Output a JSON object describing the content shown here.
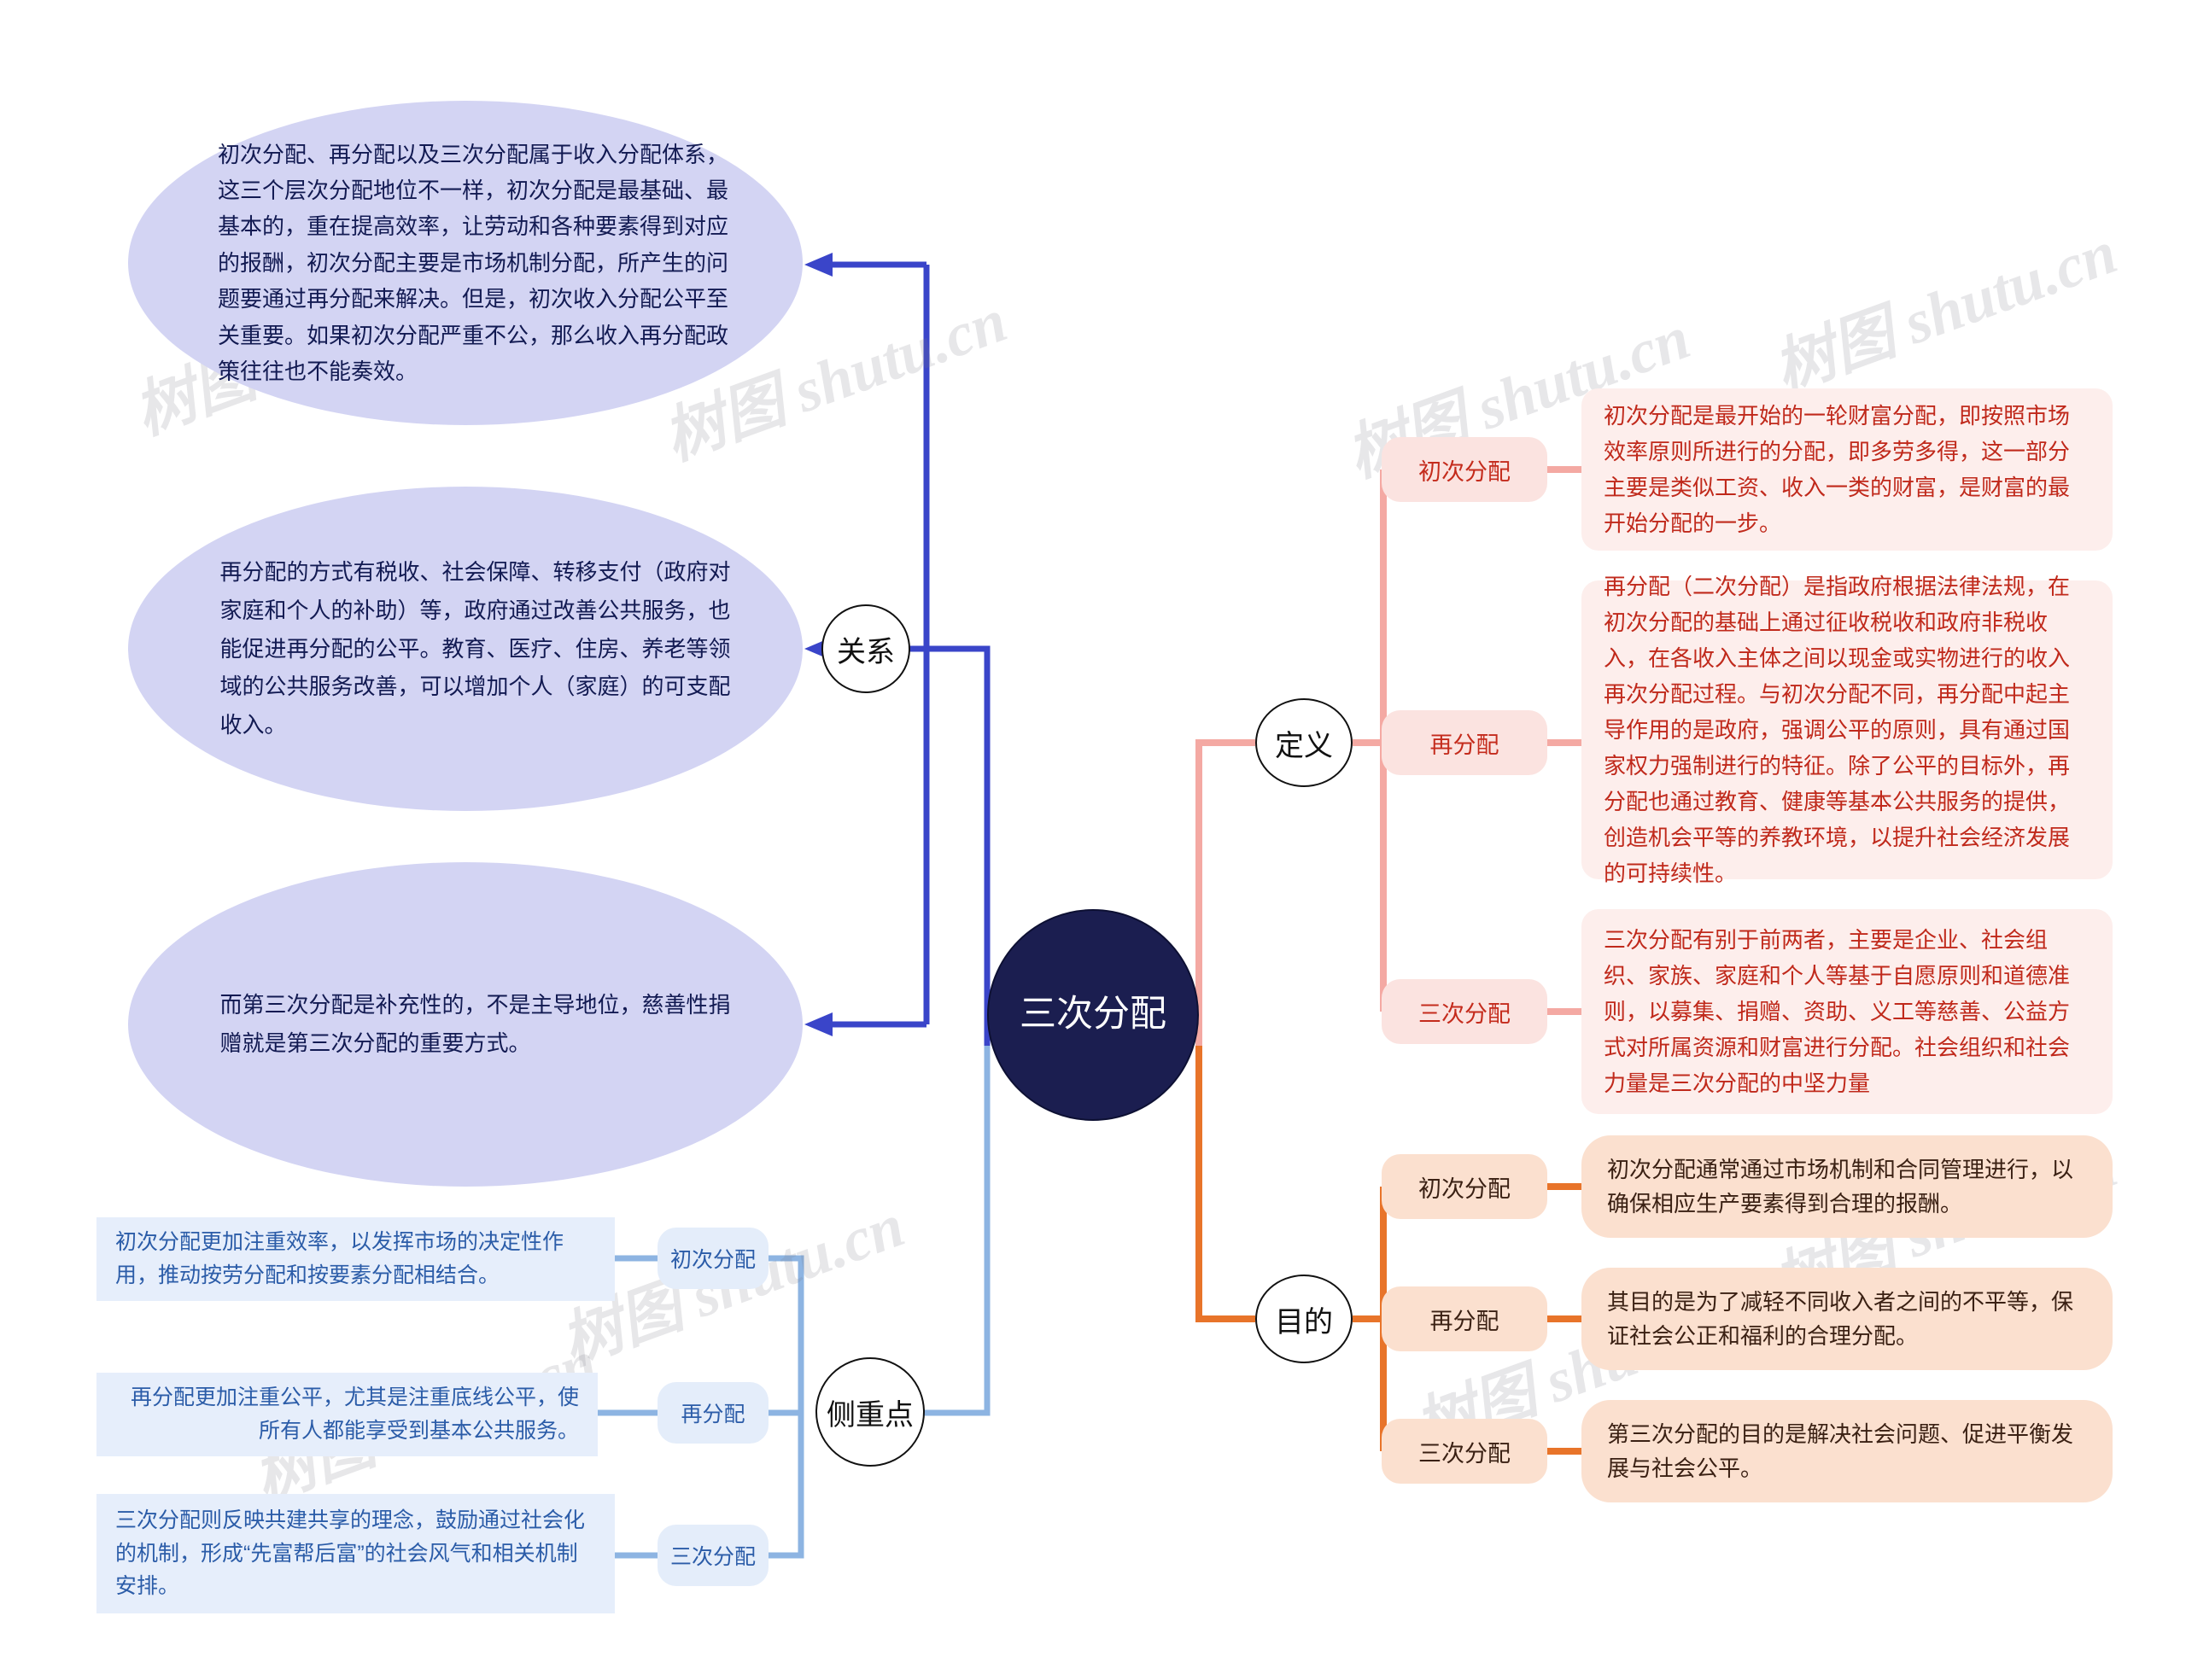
{
  "central": {
    "label": "三次分配",
    "color": "#1b1e50"
  },
  "watermark": {
    "text": "树图 shutu.cn"
  },
  "branches": {
    "relation": {
      "hub_label": "关系",
      "color": "#3a45c9",
      "items": [
        {
          "text": "初次分配、再分配以及三次分配属于收入分配体系，这三个层次分配地位不一样，初次分配是最基础、最基本的，重在提高效率，让劳动和各种要素得到对应的报酬，初次分配主要是市场机制分配，所产生的问题要通过再分配来解决。但是，初次收入分配公平至关重要。如果初次分配严重不公，那么收入再分配政策往往也不能奏效。"
        },
        {
          "text": "再分配的方式有税收、社会保障、转移支付（政府对家庭和个人的补助）等，政府通过改善公共服务，也能促进再分配的公平。教育、医疗、住房、养老等领域的公共服务改善，可以增加个人（家庭）的可支配收入。"
        },
        {
          "text": "而第三次分配是补充性的，不是主导地位，慈善性捐赠就是第三次分配的重要方式。"
        }
      ]
    },
    "focus": {
      "hub_label": "侧重点",
      "color": "#8db4e2",
      "items": [
        {
          "label": "初次分配",
          "text": "初次分配更加注重效率，以发挥市场的决定性作用，推动按劳分配和按要素分配相结合。"
        },
        {
          "label": "再分配",
          "text": "再分配更加注重公平，尤其是注重底线公平，使所有人都能享受到基本公共服务。"
        },
        {
          "label": "三次分配",
          "text": "三次分配则反映共建共享的理念，鼓励通过社会化的机制，形成“先富帮后富”的社会风气和相关机制安排。"
        }
      ]
    },
    "definition": {
      "hub_label": "定义",
      "color": "#f4a9a3",
      "items": [
        {
          "label": "初次分配",
          "text": "初次分配是最开始的一轮财富分配，即按照市场效率原则所进行的分配，即多劳多得，这一部分主要是类似工资、收入一类的财富，是财富的最开始分配的一步。"
        },
        {
          "label": "再分配",
          "text": "再分配（二次分配）是指政府根据法律法规，在初次分配的基础上通过征收税收和政府非税收入，在各收入主体之间以现金或实物进行的收入再次分配过程。与初次分配不同，再分配中起主导作用的是政府，强调公平的原则，具有通过国家权力强制进行的特征。除了公平的目标外，再分配也通过教育、健康等基本公共服务的提供，创造机会平等的养教环境，以提升社会经济发展的可持续性。"
        },
        {
          "label": "三次分配",
          "text": "三次分配有别于前两者，主要是企业、社会组织、家族、家庭和个人等基于自愿原则和道德准则，以募集、捐赠、资助、义工等慈善、公益方式对所属资源和财富进行分配。社会组织和社会力量是三次分配的中坚力量"
        }
      ]
    },
    "purpose": {
      "hub_label": "目的",
      "color": "#e8742a",
      "items": [
        {
          "label": "初次分配",
          "text": "初次分配通常通过市场机制和合同管理进行，以确保相应生产要素得到合理的报酬。"
        },
        {
          "label": "再分配",
          "text": "其目的是为了减轻不同收入者之间的不平等，保证社会公正和福利的合理分配。"
        },
        {
          "label": "三次分配",
          "text": "第三次分配的目的是解决社会问题、促进平衡发展与社会公平。"
        }
      ]
    }
  }
}
